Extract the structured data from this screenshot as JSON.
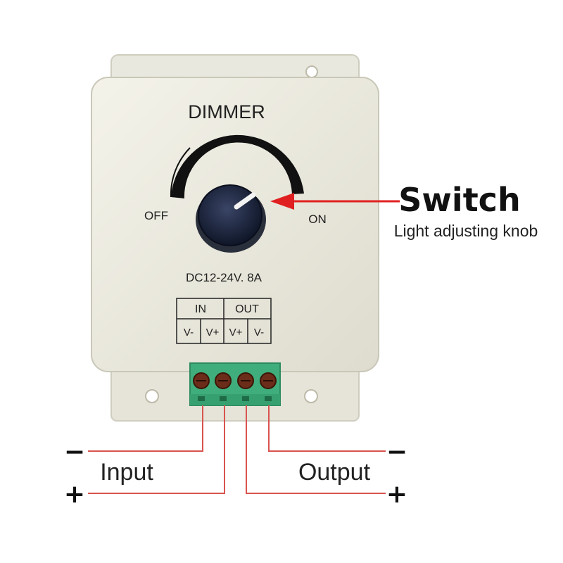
{
  "device": {
    "title": "DIMMER",
    "off_label": "OFF",
    "on_label": "ON",
    "rating": "DC12-24V. 8A",
    "terminal_table": {
      "groups": [
        "IN",
        "OUT"
      ],
      "pins": [
        "V-",
        "V+",
        "V+",
        "V-"
      ]
    }
  },
  "callout": {
    "title": "Switch",
    "subtitle": "Light adjusting knob"
  },
  "wiring": {
    "input_label": "Input",
    "output_label": "Output",
    "minus_symbol": "−",
    "plus_symbol": "+"
  },
  "colors": {
    "housing": "#ecebe0",
    "terminal_green": "#3fae7c",
    "wire_red": "#d9534f",
    "arrow_red": "#e02020",
    "knob": "#1c2640"
  }
}
